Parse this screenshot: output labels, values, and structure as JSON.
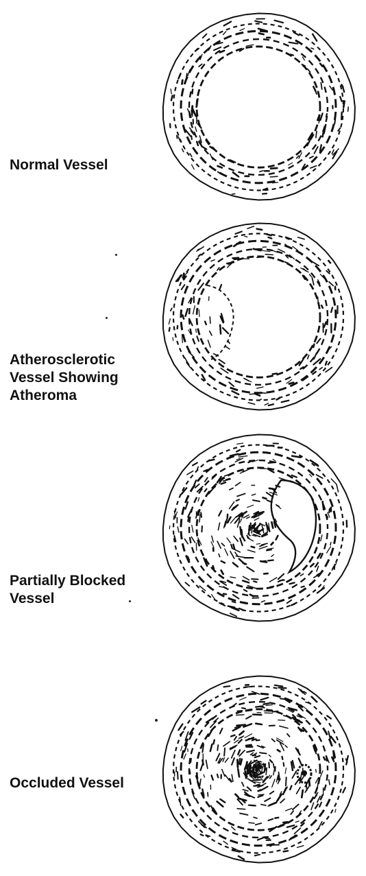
{
  "panels": [
    {
      "label_lines": [
        "Normal Vessel"
      ],
      "stage": "normal"
    },
    {
      "label_lines": [
        "Atherosclerotic",
        "Vessel Showing",
        "Atheroma"
      ],
      "stage": "atheroma"
    },
    {
      "label_lines": [
        "Partially Blocked",
        "Vessel"
      ],
      "stage": "partial"
    },
    {
      "label_lines": [
        "Occluded Vessel"
      ],
      "stage": "occluded"
    }
  ],
  "colors": {
    "ink": "#111111",
    "background": "#ffffff"
  }
}
